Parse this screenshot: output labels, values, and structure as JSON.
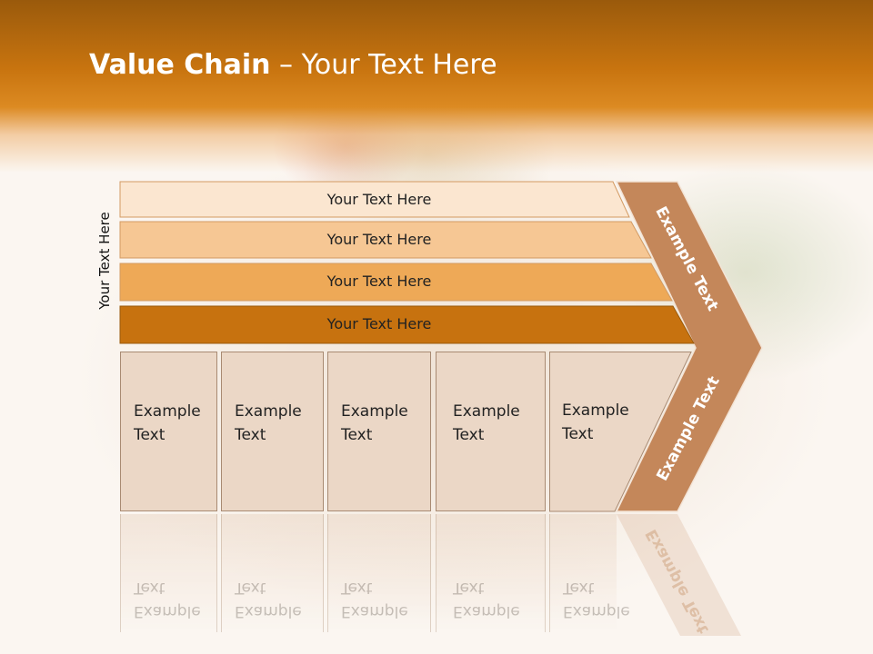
{
  "slide": {
    "title_bold": "Value Chain",
    "title_rest": " – Your Text Here",
    "side_label": "Your Text Here",
    "bars": [
      {
        "label": "Your Text Here",
        "color": "#fbe6d0"
      },
      {
        "label": "Your Text Here",
        "color": "#f6c794"
      },
      {
        "label": "Your Text Here",
        "color": "#eea957"
      },
      {
        "label": "Your Text Here",
        "color": "#c7720f"
      }
    ],
    "boxes": [
      {
        "line1": "Example",
        "line2": "Text"
      },
      {
        "line1": "Example",
        "line2": "Text"
      },
      {
        "line1": "Example",
        "line2": "Text"
      },
      {
        "line1": "Example",
        "line2": "Text"
      },
      {
        "line1": "Example",
        "line2": "Text"
      }
    ],
    "chevron_top": "Example Text",
    "chevron_bottom": "Example Text",
    "colors": {
      "header": "#c8740f",
      "chevron": "#c4875a",
      "box_fill": "#ebd7c6",
      "box_border": "#a88a72"
    }
  }
}
